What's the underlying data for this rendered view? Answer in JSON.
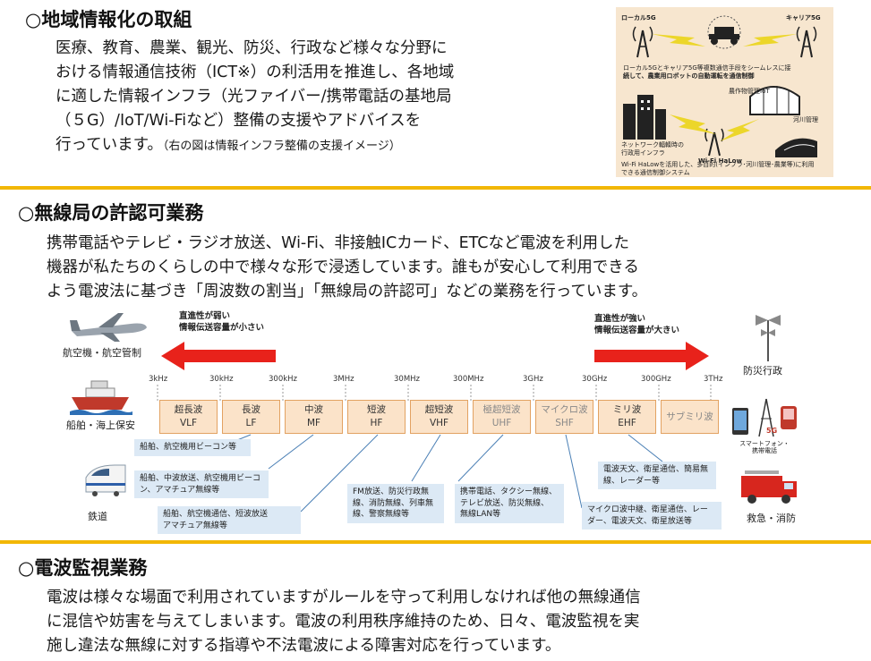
{
  "section1": {
    "heading": "○地域情報化の取組",
    "lines": [
      "医療、教育、農業、観光、防災、行政など様々な分野に",
      "おける情報通信技術（ICT※）の利活用を推進し、各地域",
      "に適した情報インフラ（光ファイバー/携帯電話の基地局",
      "（５G）/IoT/Wi-Fiなど）整備の支援やアドバイスを"
    ],
    "last_line": "行っています。",
    "note": "（右の図は情報インフラ整備の支援イメージ）",
    "illustration": {
      "local5g": "ローカル5G",
      "carrier5g": "キャリア5G",
      "caption1": "ローカル5Gとキャリア5G等複数通信手段をシームレスに接",
      "caption2": "続して、農業用ロボットの自動運転を通信制御",
      "iot_label": "農作物管理IoT",
      "river_label": "河川管理",
      "network_label1": "ネットワーク輻輳時の",
      "network_label2": "行政用インフラ",
      "wifi_label": "Wi-Fi HaLow",
      "caption3": "Wi-Fi HaLowを活用した、多目的(インフラ･河川管理･農業等)に利用",
      "caption4": "できる通信制御システム"
    }
  },
  "section2": {
    "heading": "○無線局の許認可業務",
    "lines": [
      "携帯電話やテレビ・ラジオ放送、Wi-Fi、非接触ICカード、ETCなど電波を利用した",
      "機器が私たちのくらしの中で様々な形で浸透しています。誰もが安心して利用できる",
      "よう電波法に基づき「周波数の割当」「無線局の許認可」などの業務を行っています。"
    ],
    "left_direction": [
      "直進性が弱い",
      "情報伝送容量が小さい"
    ],
    "right_direction": [
      "直進性が強い",
      "情報伝送容量が大きい"
    ],
    "frequencies": [
      "3kHz",
      "30kHz",
      "300kHz",
      "3MHz",
      "30MHz",
      "300MHz",
      "3GHz",
      "30GHz",
      "300GHz",
      "3THz"
    ],
    "bands": [
      {
        "jp": "超長波",
        "en": "VLF"
      },
      {
        "jp": "長波",
        "en": "LF"
      },
      {
        "jp": "中波",
        "en": "MF"
      },
      {
        "jp": "短波",
        "en": "HF"
      },
      {
        "jp": "超短波",
        "en": "VHF"
      },
      {
        "jp": "極超短波",
        "en": "UHF"
      },
      {
        "jp": "マイクロ波",
        "en": "SHF"
      },
      {
        "jp": "ミリ波",
        "en": "EHF"
      },
      {
        "jp": "サブミリ波",
        "en": ""
      }
    ],
    "uses": {
      "lf": "船舶、航空機用ビーコン等",
      "mf": [
        "船舶、中波放送、航空機用ビーコ",
        "ン、アマチュア無線等"
      ],
      "hf": [
        "船舶、航空機通信、短波放送",
        "アマチュア無線等"
      ],
      "vhf": [
        "FM放送、防災行政無",
        "線、消防無線、列車無",
        "線、警察無線等"
      ],
      "uhf": [
        "携帯電話、タクシー無線、",
        "テレビ放送、防災無線、",
        "無線LAN等"
      ],
      "shf": [
        "マイクロ波中継、衛星通信、レー",
        "ダー、電波天文、衛星放送等"
      ],
      "ehf": [
        "電波天文、衛星通信、簡易無",
        "線、レーダー等"
      ]
    },
    "left_icons": {
      "aircraft": "航空機・航空管制",
      "ship": "船舶・海上保安",
      "train": "鉄道"
    },
    "right_icons": {
      "disaster": "防災行政",
      "phone1": "スマートフォン・",
      "phone2": "携帯電話",
      "fire": "救急・消防",
      "fiveg": "5G"
    }
  },
  "section3": {
    "heading": "○電波監視業務",
    "lines": [
      "電波は様々な場面で利用されていますがルールを守って利用しなければ他の無線通信",
      "に混信や妨害を与えてしまいます。電波の利用秩序維持のため、日々、電波監視を実",
      "施し違法な無線に対する指導や不法電波による障害対応を行っています。"
    ]
  },
  "colors": {
    "rule": "#f2b705",
    "arrow": "#e8221b",
    "band_fill": "#fbe3c9",
    "band_border": "#e2a262",
    "callout": "#dce9f5"
  }
}
